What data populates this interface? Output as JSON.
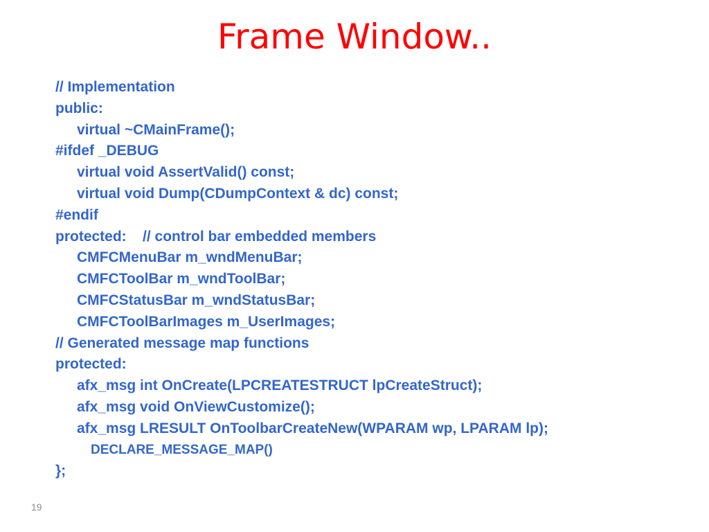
{
  "slide": {
    "title": "Frame Window..",
    "page_number": "19",
    "text_color": "#3366cc",
    "title_color": "#ff0000",
    "code_lines": [
      "// Implementation",
      "public:",
      "virtual ~CMainFrame();",
      "#ifdef _DEBUG",
      "virtual void AssertValid() const;",
      "virtual void Dump(CDumpContext & dc) const;",
      "#endif",
      "protected:    // control bar embedded members",
      "CMFCMenuBar m_wndMenuBar;",
      "CMFCToolBar m_wndToolBar;",
      "CMFCStatusBar m_wndStatusBar;",
      "CMFCToolBarImages m_UserImages;",
      "// Generated message map functions",
      "protected:",
      "afx_msg int OnCreate(LPCREATESTRUCT lpCreateStruct);",
      "afx_msg void OnViewCustomize();",
      "afx_msg LRESULT OnToolbarCreateNew(WPARAM wp, LPARAM lp);",
      "DECLARE_MESSAGE_MAP()",
      "};"
    ]
  }
}
